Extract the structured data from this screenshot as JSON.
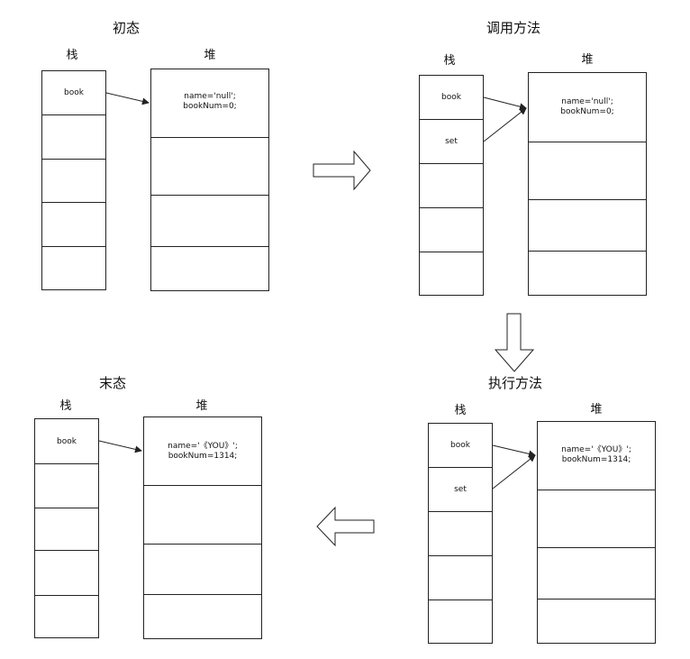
{
  "panels": {
    "initial": {
      "title": "初态",
      "stack_label": "栈",
      "heap_label": "堆",
      "stack_cells": [
        "book",
        "",
        "",
        "",
        ""
      ],
      "heap_line1": "name='null';",
      "heap_line2": "bookNum=0;"
    },
    "call": {
      "title": "调用方法",
      "stack_label": "栈",
      "heap_label": "堆",
      "stack_cells": [
        "book",
        "set",
        "",
        "",
        ""
      ],
      "heap_line1": "name='null';",
      "heap_line2": "bookNum=0;"
    },
    "exec": {
      "title": "执行方法",
      "stack_label": "栈",
      "heap_label": "堆",
      "stack_cells": [
        "book",
        "set",
        "",
        "",
        ""
      ],
      "heap_line1": "name='《YOU》';",
      "heap_line2": "bookNum=1314;"
    },
    "final": {
      "title": "末态",
      "stack_label": "栈",
      "heap_label": "堆",
      "stack_cells": [
        "book",
        "",
        "",
        "",
        ""
      ],
      "heap_line1": "name='《YOU》';",
      "heap_line2": "bookNum=1314;"
    }
  }
}
